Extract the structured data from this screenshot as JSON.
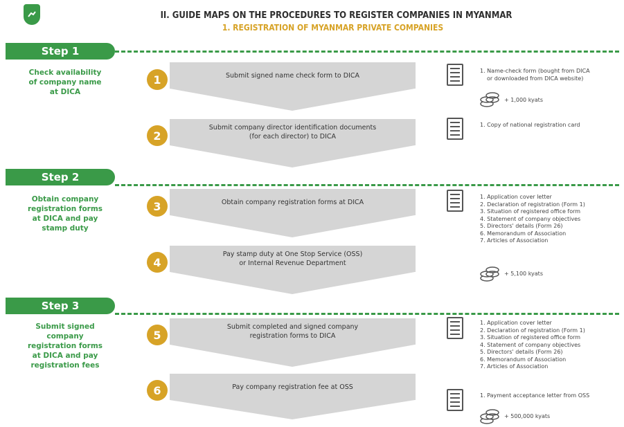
{
  "header": {
    "title": "II. GUIDE MAPS ON THE PROCEDURES TO REGISTER COMPANIES IN MYANMAR",
    "subtitle": "1. REGISTRATION OF MYANMAR PRIVATE COMPANIES"
  },
  "steps": [
    {
      "label": "Step 1",
      "desc": [
        "Check availability",
        "of company name",
        "at DICA"
      ]
    },
    {
      "label": "Step 2",
      "desc": [
        "Obtain company",
        "registration forms",
        "at DICA and pay",
        "stamp duty"
      ]
    },
    {
      "label": "Step 3",
      "desc": [
        "Submit signed",
        "company",
        "registration forms",
        "at DICA and pay",
        "registration fees"
      ]
    }
  ],
  "procedures": [
    {
      "num": "1",
      "text": [
        "Submit signed name check form to DICA"
      ]
    },
    {
      "num": "2",
      "text": [
        "Submit company director identification documents",
        "(for each director) to DICA"
      ]
    },
    {
      "num": "3",
      "text": [
        "Obtain company registration forms at DICA"
      ]
    },
    {
      "num": "4",
      "text": [
        "Pay stamp duty at One Stop Service (OSS)",
        "or Internal Revenue Department"
      ]
    },
    {
      "num": "5",
      "text": [
        "Submit completed and signed company",
        "registration forms to DICA"
      ]
    },
    {
      "num": "6",
      "text": [
        "Pay company registration fee at OSS"
      ]
    }
  ],
  "requirements": {
    "r1": [
      "1. Name-check form (bought from DICA",
      "or downloaded from DICA website)"
    ],
    "r2": [
      "1. Copy of national registration card"
    ],
    "r3": [
      "1. Application cover letter",
      "2. Declaration of registration (Form 1)",
      "3. Situation of registered office form",
      "4. Statement of company objectives",
      "5. Directors' details (Form 26)",
      "6. Memorandum of Association",
      "7. Articles of Association"
    ],
    "r5": [
      "1. Application cover letter",
      "2. Declaration of registration (Form 1)",
      "3. Situation of registered office form",
      "4. Statement of company objectives",
      "5. Directors' details (Form 26)",
      "6. Memorandum of Association",
      "7. Articles of Association"
    ],
    "r6": [
      "1. Payment acceptance letter from OSS"
    ]
  },
  "fees": {
    "f1": "+ 1,000 kyats",
    "f4": "+ 5,100 kyats",
    "f6": "+ 500,000 kyats"
  },
  "colors": {
    "green": "#3a9a48",
    "gold": "#d7a327",
    "gray": "#d5d5d5"
  }
}
